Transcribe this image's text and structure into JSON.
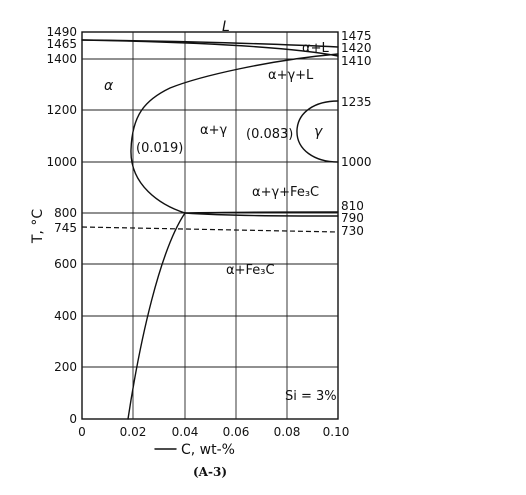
{
  "figure": {
    "caption": "(A-3)",
    "y_axis_title": "T, °C",
    "x_axis_title": "C, wt-%",
    "x_ticks": [
      "0",
      "0.02",
      "0.04",
      "0.06",
      "0.08",
      "0.10"
    ],
    "y_ticks": [
      "0",
      "200",
      "400",
      "600",
      "800",
      "1000",
      "1200",
      "1400"
    ],
    "left_extra_ticks": [
      "1490",
      "1465",
      "745"
    ],
    "right_ticks": [
      "1475",
      "1420",
      "1410",
      "1235",
      "1000",
      "810",
      "790",
      "730"
    ],
    "regions": {
      "liquid": "L",
      "alpha": "α",
      "alpha_liquid": "α+L",
      "alpha_gamma_liquid": "α+γ+L",
      "alpha_gamma": "α+γ",
      "gamma": "γ",
      "alpha_gamma_fe3c": "α+γ+Fe₃C",
      "alpha_fe3c": "α+Fe₃C"
    },
    "compositions": {
      "left": "(0.019)",
      "right": "(0.083)"
    },
    "silicon_note": "Si = 3%"
  }
}
